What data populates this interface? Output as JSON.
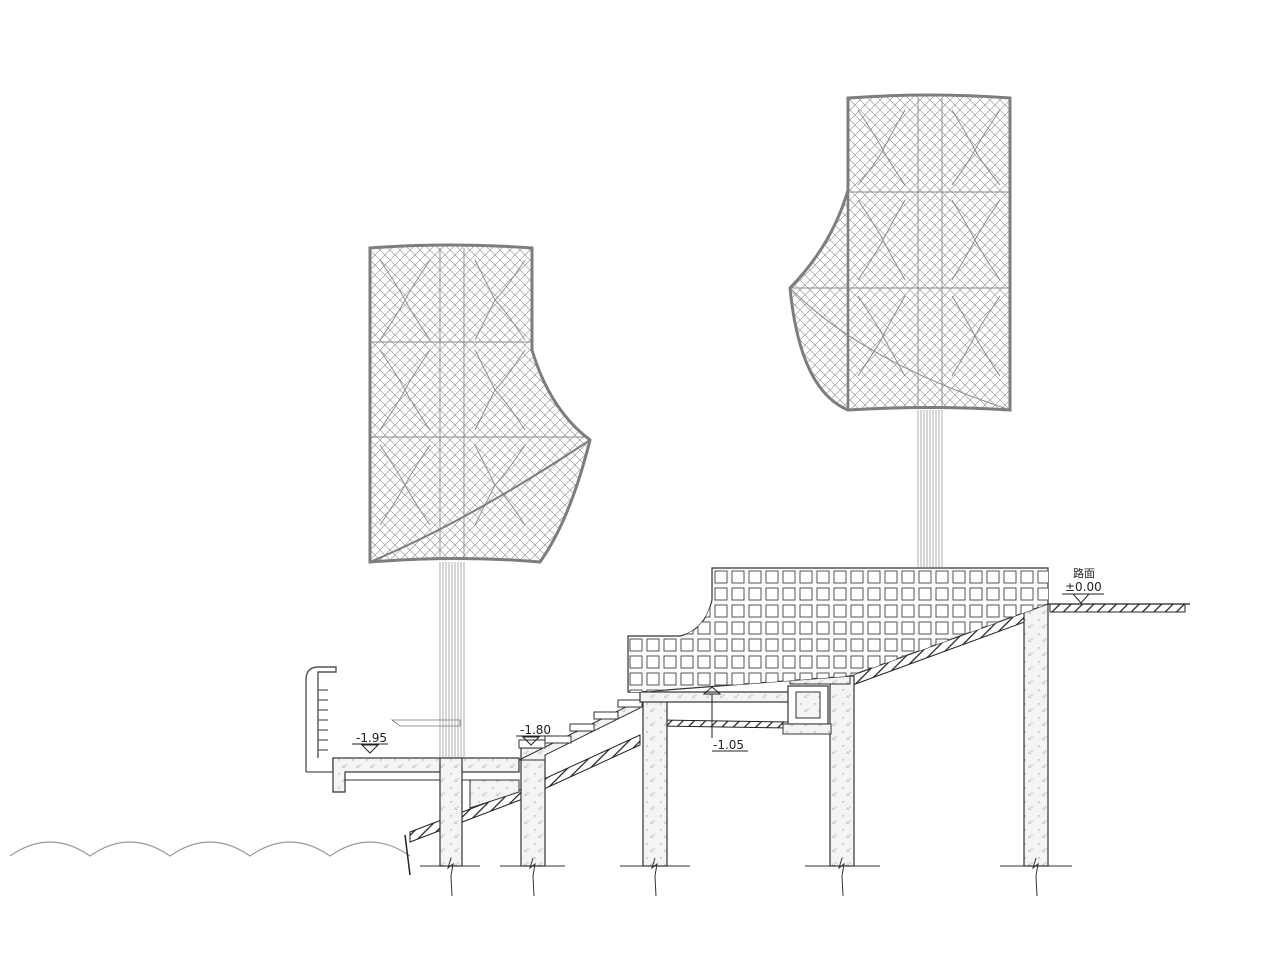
{
  "drawing": {
    "elevations": {
      "road_label": "路面",
      "road": "±0.00",
      "platform": "-1.05",
      "stair_landing": "-1.80",
      "lower_deck": "-1.95"
    },
    "colors": {
      "line": "#333333",
      "mesh": "#8a8a8a",
      "sail_frame": "#7d7d7d",
      "concrete_fill": "#f4f4f4",
      "water": "#999999"
    }
  }
}
